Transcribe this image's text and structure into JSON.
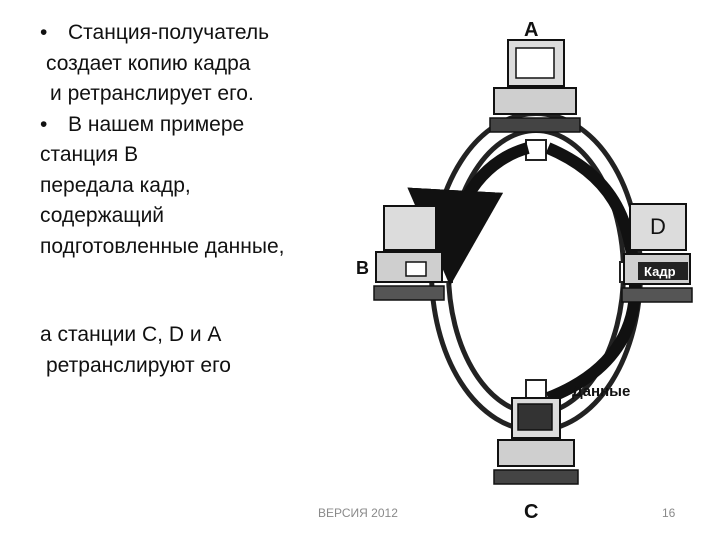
{
  "text": {
    "bullet1_line1": "Станция-получатель",
    "bullet1_line2": "создает копию кадра",
    "bullet1_line3": "и ретранслирует его.",
    "bullet2_line1": "В нашем примере",
    "bullet2_line2": "станция В",
    "bullet2_line3": "передала кадр,",
    "bullet2_line4": "содержащий",
    "bullet2_line5": "подготовленные данные,",
    "tail_line1": "а станции  C, D и A",
    "tail_line2": "ретранслируют его",
    "bullet_glyph": "•"
  },
  "diagram": {
    "station_a": "A",
    "station_b": "B",
    "station_c": "C",
    "station_d": "D",
    "frame_label": "Кадр",
    "data_label": "Данные"
  },
  "footer": {
    "version": "ВЕРСИЯ 2012",
    "page_number": "16"
  }
}
